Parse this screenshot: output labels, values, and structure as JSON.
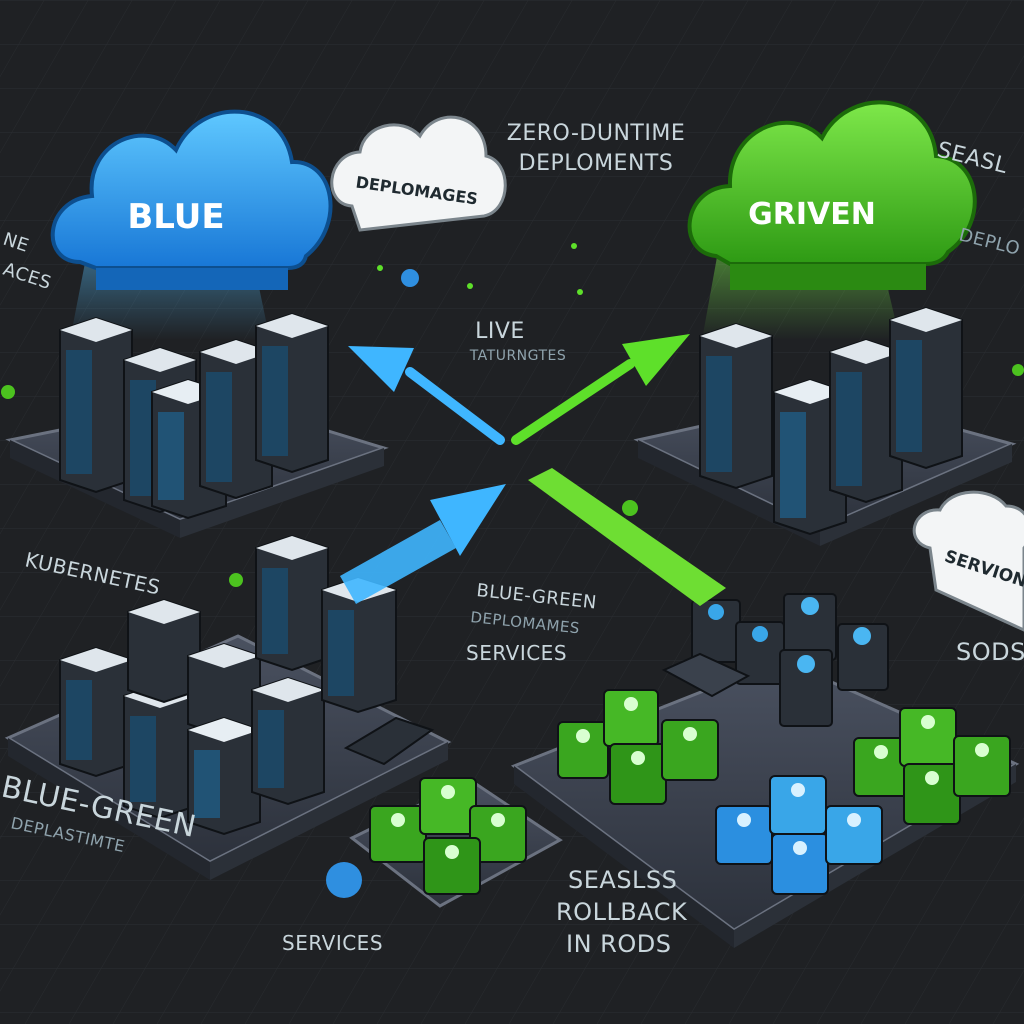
{
  "colors": {
    "background": "#1f2124",
    "blue": "#2aa7f0",
    "green": "#4cc21f",
    "platform": "#3d4350",
    "server": "#2a3038"
  },
  "labels": {
    "blue_cloud": "BLUE",
    "green_cloud": "GRIVEN",
    "small_cloud_top": "DEPLOMAGES",
    "small_cloud_right": "SERVION",
    "zero_downtime_1": "ZERO-DUNTIME",
    "zero_downtime_2": "DEPLOMENTS",
    "live_1": "LIVE",
    "live_2": "TATURNGTES",
    "kubernetes": "KUBERNETES",
    "left_edge_1": "NE",
    "left_edge_2": "ACES",
    "right_edge_1": "SEASL",
    "right_edge_2": "DEPLO",
    "bg_center_1": "BLUE-GREEN",
    "bg_center_2": "DEPLOMAMES",
    "services_center": "SERVICES",
    "sods": "SODS",
    "bg_bottom_1": "BLUE-GREEN",
    "bg_bottom_2": "DEPLASTIMTE",
    "services_bottom": "SERVICES",
    "rollback_1": "SEASLSS",
    "rollback_2": "ROLLBACK",
    "rollback_3": "IN RODS"
  },
  "icons": [
    "cloud-icon",
    "server-rack-icon",
    "pod-cube-icon",
    "arrow-icon"
  ]
}
